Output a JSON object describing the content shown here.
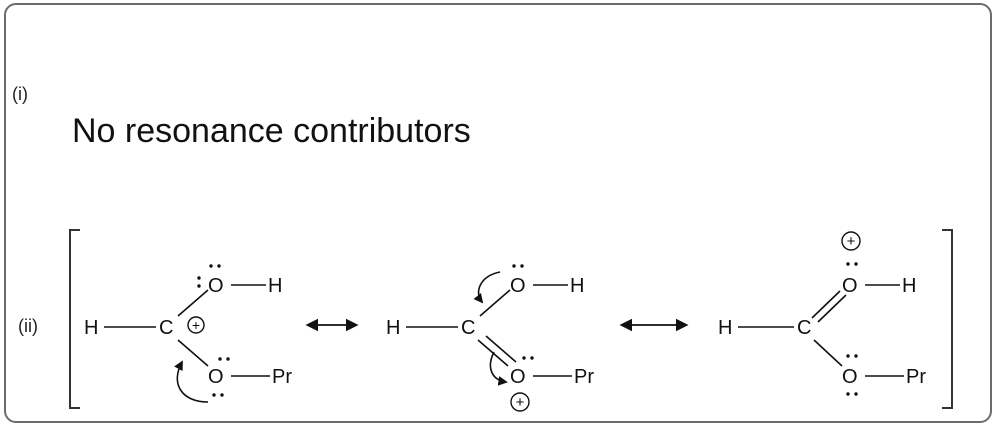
{
  "panel_i": {
    "label": "(i)",
    "text": "No resonance contributors"
  },
  "panel_ii": {
    "label": "(ii)",
    "atoms": {
      "H": "H",
      "C": "C",
      "O": "O",
      "Pr": "Pr",
      "plus": "+"
    }
  }
}
